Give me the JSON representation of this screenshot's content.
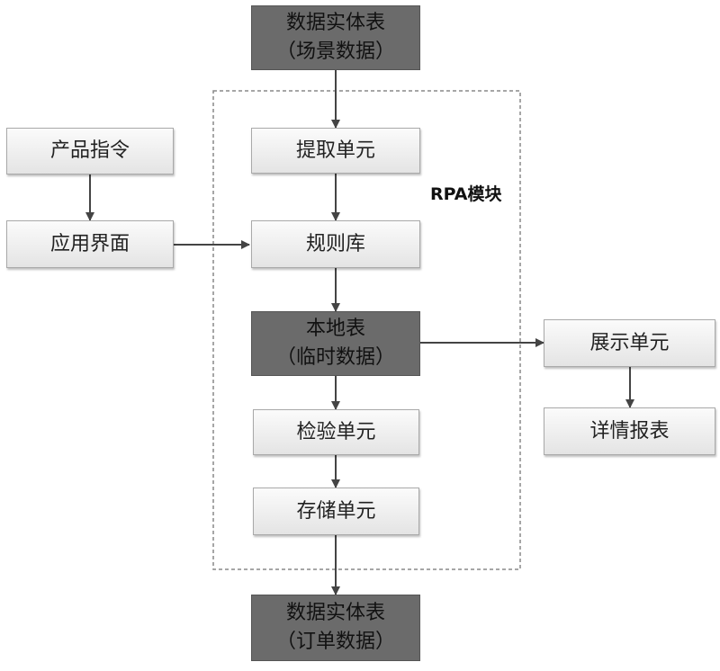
{
  "diagram": {
    "group_label": "RPA模块",
    "nodes": {
      "source_table": {
        "line1": "数据实体表",
        "line2": "（场景数据）"
      },
      "extract_unit": {
        "label": "提取单元"
      },
      "rule_base": {
        "label": "规则库"
      },
      "local_table": {
        "line1": "本地表",
        "line2": "（临时数据）"
      },
      "verify_unit": {
        "label": "检验单元"
      },
      "storage_unit": {
        "label": "存储单元"
      },
      "output_table": {
        "line1": "数据实体表",
        "line2": "（订单数据）"
      },
      "product_command": {
        "label": "产品指令"
      },
      "app_interface": {
        "label": "应用界面"
      },
      "display_unit": {
        "label": "展示单元"
      },
      "detail_report": {
        "label": "详情报表"
      }
    }
  },
  "colors": {
    "dark_box": "#6b6b6b",
    "light_box_top": "#fbfbfb",
    "light_box_bottom": "#e4e4e4",
    "arrow": "#444444",
    "group_border": "#888888"
  }
}
